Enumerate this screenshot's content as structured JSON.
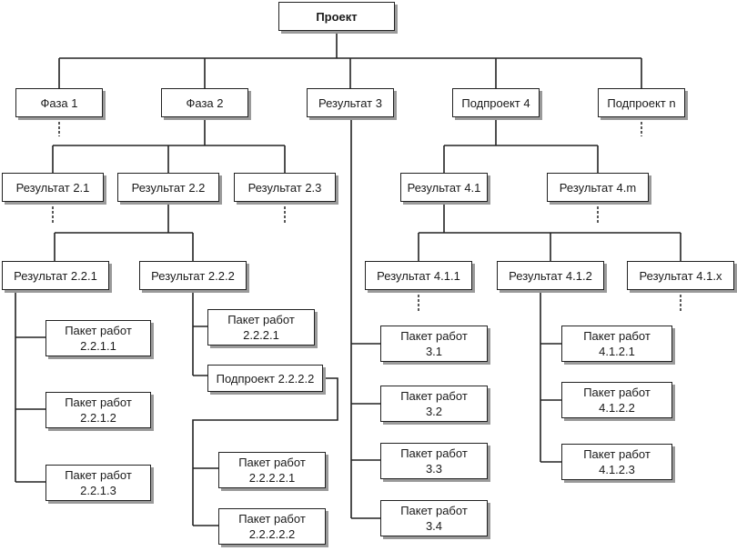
{
  "nodes": {
    "root": "Проект",
    "phase1": "Фаза 1",
    "phase2": "Фаза 2",
    "result3": "Результат 3",
    "subproject4": "Подпроект 4",
    "subprojectn": "Подпроект n",
    "r21": "Результат 2.1",
    "r22": "Результат 2.2",
    "r23": "Результат 2.3",
    "r41": "Результат 4.1",
    "r4m": "Результат 4.m",
    "r221": "Результат 2.2.1",
    "r222": "Результат 2.2.2",
    "r411": "Результат 4.1.1",
    "r412": "Результат 4.1.2",
    "r41x": "Результат 4.1.x",
    "wp2211": "Пакет работ\n2.2.1.1",
    "wp2212": "Пакет работ\n2.2.1.2",
    "wp2213": "Пакет работ\n2.2.1.3",
    "wp2221": "Пакет работ\n2.2.2.1",
    "sp2222": "Подпроект 2.2.2.2",
    "wp22221": "Пакет работ\n2.2.2.2.1",
    "wp22222": "Пакет работ\n2.2.2.2.2",
    "wp31": "Пакет работ\n3.1",
    "wp32": "Пакет работ\n3.2",
    "wp33": "Пакет работ\n3.3",
    "wp34": "Пакет работ\n3.4",
    "wp4121": "Пакет работ\n4.1.2.1",
    "wp4122": "Пакет работ\n4.1.2.2",
    "wp4123": "Пакет работ\n4.1.2.3"
  }
}
